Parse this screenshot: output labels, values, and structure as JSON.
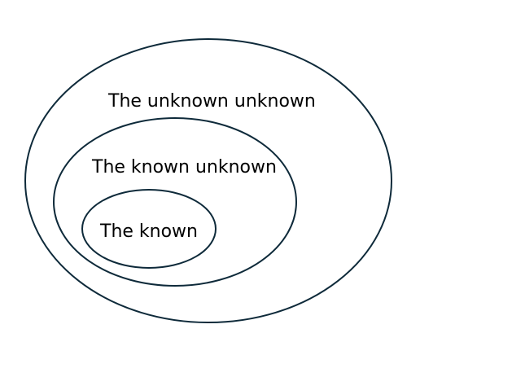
{
  "diagram": {
    "stroke_color": "#0e2a3a",
    "text_color": "#000000",
    "regions": [
      {
        "id": "unknown-unknown",
        "label": "The unknown unknown"
      },
      {
        "id": "known-unknown",
        "label": "The known unknown"
      },
      {
        "id": "known",
        "label": "The known"
      }
    ]
  }
}
